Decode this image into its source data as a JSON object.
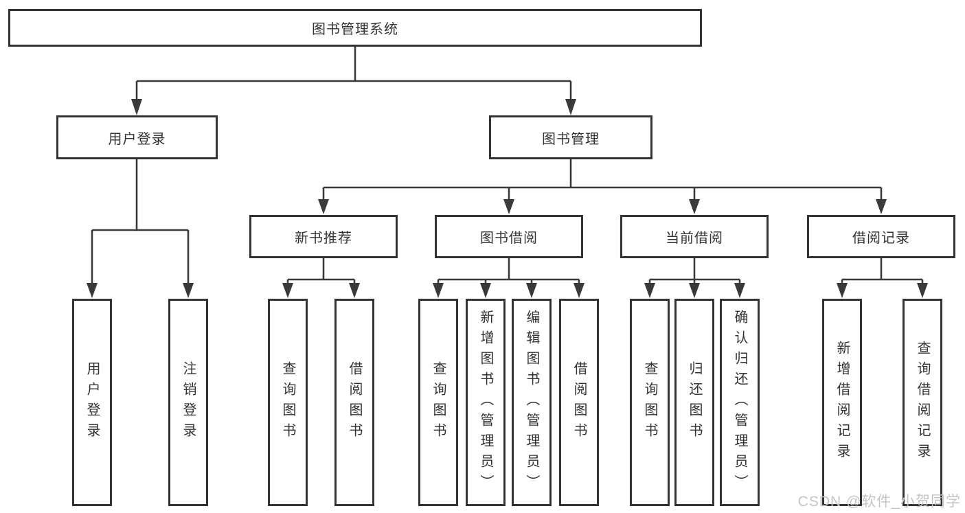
{
  "diagram": {
    "root": {
      "label": "图书管理系统"
    },
    "level2": [
      {
        "label": "用户登录",
        "parent": "图书管理系统"
      },
      {
        "label": "图书管理",
        "parent": "图书管理系统"
      }
    ],
    "level3": [
      {
        "label": "新书推荐",
        "parent": "图书管理"
      },
      {
        "label": "图书借阅",
        "parent": "图书管理"
      },
      {
        "label": "当前借阅",
        "parent": "图书管理"
      },
      {
        "label": "借阅记录",
        "parent": "图书管理"
      }
    ],
    "leaves": [
      {
        "label": "用户登录",
        "parent": "用户登录"
      },
      {
        "label": "注销登录",
        "parent": "用户登录"
      },
      {
        "label": "查询图书",
        "parent": "新书推荐"
      },
      {
        "label": "借阅图书",
        "parent": "新书推荐"
      },
      {
        "label": "查询图书",
        "parent": "图书借阅"
      },
      {
        "label": "新增图书（管理员）",
        "parent": "图书借阅"
      },
      {
        "label": "编辑图书（管理员）",
        "parent": "图书借阅"
      },
      {
        "label": "借阅图书",
        "parent": "图书借阅"
      },
      {
        "label": "查询图书",
        "parent": "当前借阅"
      },
      {
        "label": "归还图书",
        "parent": "当前借阅"
      },
      {
        "label": "确认归还（管理员）",
        "parent": "当前借阅"
      },
      {
        "label": "新增借阅记录",
        "parent": "借阅记录"
      },
      {
        "label": "查询借阅记录",
        "parent": "借阅记录"
      }
    ]
  },
  "watermark": {
    "text": "CSDN @软件_小贺同学",
    "color": "#c4c4c4"
  },
  "colors": {
    "line": "#3a3a3a",
    "box_border": "#333333",
    "box_fill": "#ffffff",
    "text": "#333333",
    "background": "#ffffff"
  }
}
